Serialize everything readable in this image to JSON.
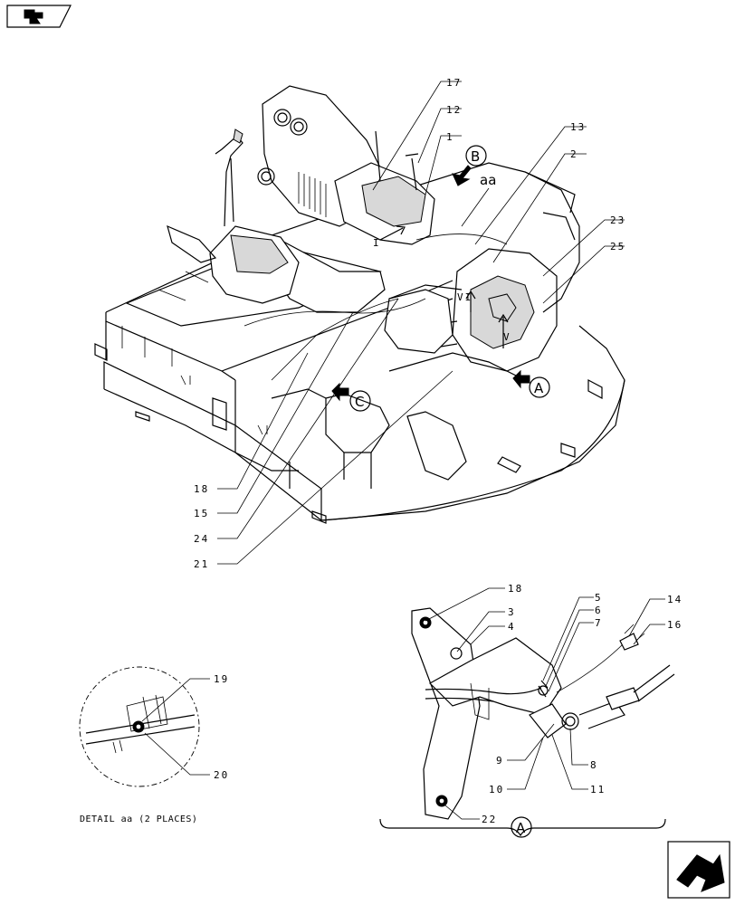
{
  "diagram": {
    "main_callouts": [
      "17",
      "12",
      "1",
      "13",
      "2",
      "23",
      "25",
      "18",
      "15",
      "24",
      "21"
    ],
    "view_markers": [
      "B",
      "A",
      "C"
    ],
    "detail_ref": "aa",
    "section_marks": [
      "VI",
      "V",
      "I"
    ],
    "detail_a_callouts": [
      "18",
      "3",
      "4",
      "5",
      "6",
      "7",
      "14",
      "16",
      "9",
      "8",
      "10",
      "11",
      "22"
    ],
    "detail_a_label": "A",
    "detail_aa_callouts": [
      "19",
      "20"
    ],
    "detail_aa_caption": "DETAIL aa (2 PLACES)"
  },
  "icons": {
    "top_left": "prev-page-arrow-icon",
    "bottom_right": "next-page-arrow-icon"
  }
}
